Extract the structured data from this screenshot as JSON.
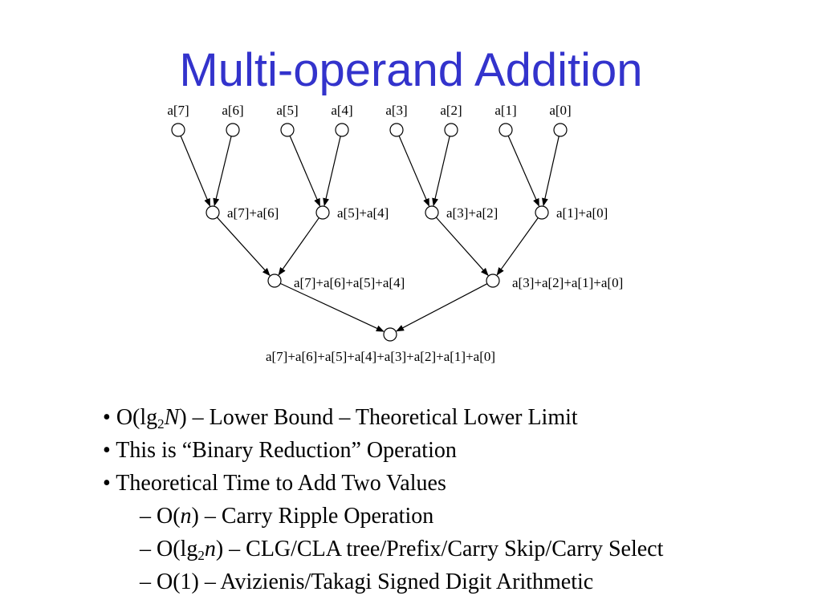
{
  "title": "Multi-operand Addition",
  "diagram": {
    "leaves": [
      "a[7]",
      "a[6]",
      "a[5]",
      "a[4]",
      "a[3]",
      "a[2]",
      "a[1]",
      "a[0]"
    ],
    "level1": [
      "a[7]+a[6]",
      "a[5]+a[4]",
      "a[3]+a[2]",
      "a[1]+a[0]"
    ],
    "level2": [
      "a[7]+a[6]+a[5]+a[4]",
      "a[3]+a[2]+a[1]+a[0]"
    ],
    "root": "a[7]+a[6]+a[5]+a[4]+a[3]+a[2]+a[1]+a[0]"
  },
  "bullets": {
    "b1": {
      "marker": "•",
      "pre": "O(lg",
      "subscript": "2",
      "italic": "N",
      "post": ") – Lower Bound – Theoretical Lower Limit"
    },
    "b2": {
      "text": "• This is “Binary Reduction” Operation"
    },
    "b3": {
      "text": "• Theoretical Time to Add Two Values"
    },
    "s1": {
      "pre": "– O(",
      "italic": "n",
      "post": ") – Carry Ripple Operation"
    },
    "s2": {
      "pre": "– O(lg",
      "subscript": "2",
      "italic": "n",
      "post": ") – CLG/CLA tree/Prefix/Carry Skip/Carry Select"
    },
    "s3": {
      "text": "– O(1) – Avizienis/Takagi Signed Digit Arithmetic"
    }
  }
}
